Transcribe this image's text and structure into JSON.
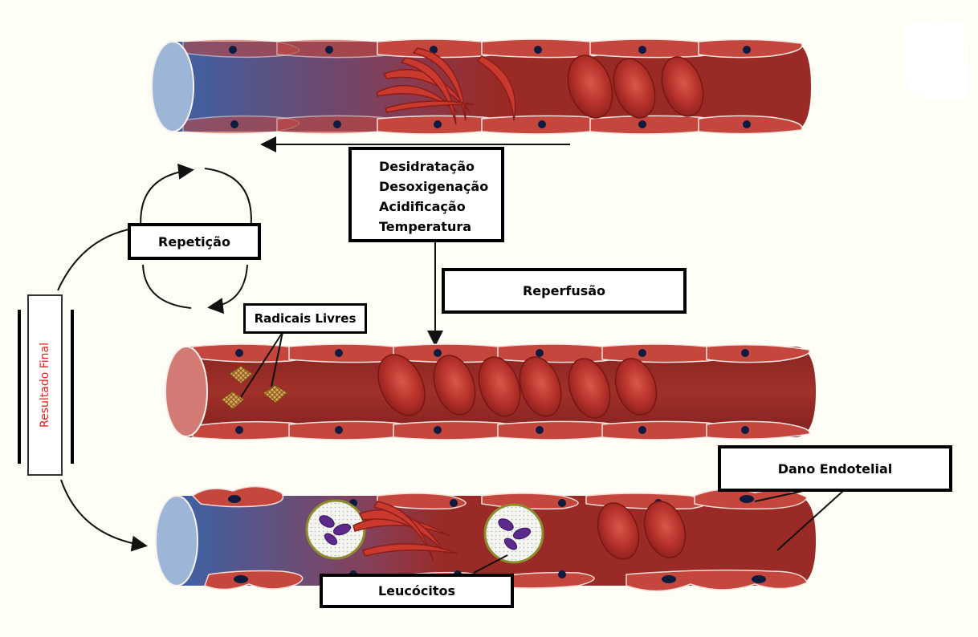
{
  "labels": {
    "factors": [
      "Desidratação",
      "Desoxigenação",
      "Acidificação",
      "Temperatura"
    ],
    "reperfusion": "Reperfusão",
    "repetition": "Repetição",
    "free_radicals": "Radicais Livres",
    "final_result": "Resultado Final",
    "endothelial_damage": "Dano Endotelial",
    "leukocytes": "Leucócitos"
  },
  "colors": {
    "vessel": "#9a2a26",
    "vessel_dark": "#7a1c1a",
    "endothelium": "#c9463e",
    "nucleus": "#0d1b3e",
    "hypoxic_blue": "#3f5f9c",
    "final_result_text": "#e81e1e",
    "background": "#fffef6"
  },
  "icons": [
    "sickled-cell-icon",
    "red-blood-cell-icon",
    "free-radical-icon",
    "leukocyte-icon",
    "cycle-arrow-icon"
  ]
}
